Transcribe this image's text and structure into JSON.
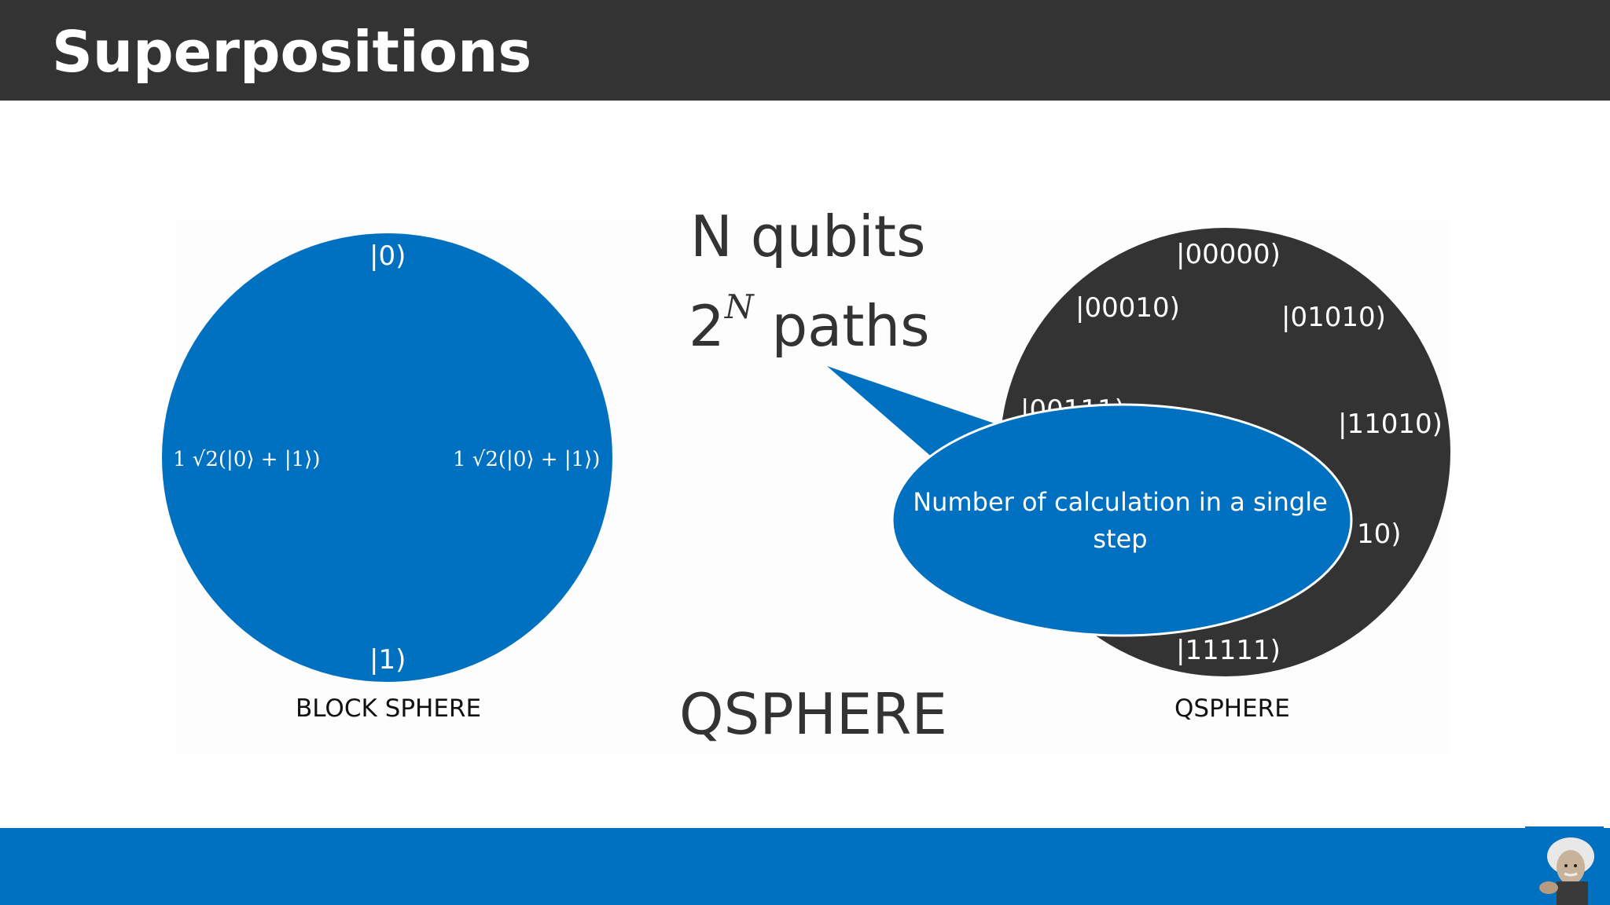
{
  "header": {
    "title": "Superpositions"
  },
  "block_sphere": {
    "top_state": "|0)",
    "bottom_state": "|1)",
    "left_superposition": "1 √2(|0⟩ + |1⟩)",
    "right_superposition": "1 √2(|0⟩ + |1⟩)",
    "caption": "BLOCK SPHERE"
  },
  "center": {
    "line1": "N qubits",
    "line2_base": "2",
    "line2_exponent": "N",
    "line2_suffix": "paths",
    "qsphere_title": "QSPHERE"
  },
  "qsphere": {
    "states": [
      "|00000)",
      "|00010)",
      "|01010)",
      "|11010)",
      "|00111)",
      "10)",
      "|11111)"
    ],
    "caption": "QSPHERE"
  },
  "callout": {
    "text": "Number of calculation in a single step"
  },
  "colors": {
    "header": "#333333",
    "accent": "#0070c0",
    "dark_sphere": "#333333"
  },
  "icons": {
    "avatar": "einstein-portrait"
  }
}
